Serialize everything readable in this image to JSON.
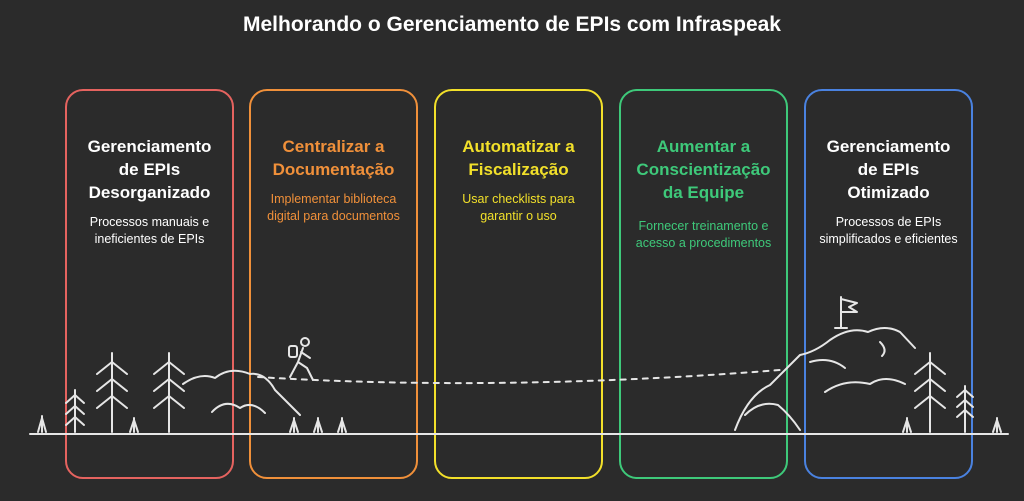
{
  "title": "Melhorando o Gerenciamento de EPIs com Infraspeak",
  "steps": [
    {
      "title": "Gerenciamento de EPIs Desorganizado",
      "description": "Processos manuais e ineficientes de EPIs",
      "color": "#e5635f"
    },
    {
      "title": "Centralizar a Documentação",
      "description": "Implementar biblioteca digital para documentos",
      "color": "#f0903a"
    },
    {
      "title": "Automatizar a Fiscalização",
      "description": "Usar checklists para garantir o uso",
      "color": "#f2e02a"
    },
    {
      "title": "Aumentar a Conscientização da Equipe",
      "description": "Fornecer treinamento e acesso a procedimentos",
      "color": "#3ec97a"
    },
    {
      "title": "Gerenciamento de EPIs Otimizado",
      "description": "Processos de EPIs simplificados e eficientes",
      "color": "#4a82e0"
    }
  ],
  "colors": {
    "background": "#2b2b2b",
    "title_text": "#ffffff",
    "line_art": "#e6e6e6"
  }
}
